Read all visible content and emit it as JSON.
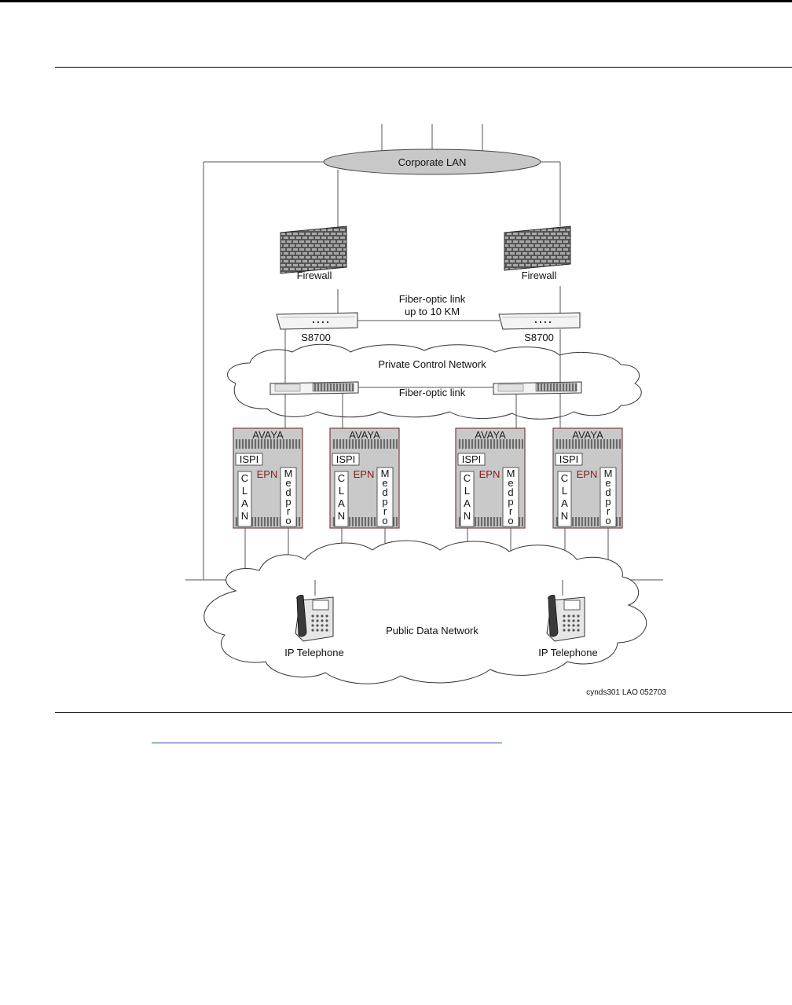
{
  "diagram": {
    "corporate_lan": "Corporate LAN",
    "firewall_left": "Firewall",
    "firewall_right": "Firewall",
    "fiber_link_top_line1": "Fiber-optic link",
    "fiber_link_top_line2": "up to 10 KM",
    "server_left": "S8700",
    "server_right": "S8700",
    "private_network": "Private Control Network",
    "fiber_link_bottom": "Fiber-optic link",
    "cabinets": [
      {
        "brand": "AVAYA",
        "ispi": "ISPI",
        "epn": "EPN",
        "clan": [
          "C",
          "L",
          "A",
          "N"
        ],
        "medpro": [
          "M",
          "e",
          "d",
          "p",
          "r",
          "o"
        ]
      },
      {
        "brand": "AVAYA",
        "ispi": "ISPI",
        "epn": "EPN",
        "clan": [
          "C",
          "L",
          "A",
          "N"
        ],
        "medpro": [
          "M",
          "e",
          "d",
          "p",
          "r",
          "o"
        ]
      },
      {
        "brand": "AVAYA",
        "ispi": "ISPI",
        "epn": "EPN",
        "clan": [
          "C",
          "L",
          "A",
          "N"
        ],
        "medpro": [
          "M",
          "e",
          "d",
          "p",
          "r",
          "o"
        ]
      },
      {
        "brand": "AVAYA",
        "ispi": "ISPI",
        "epn": "EPN",
        "clan": [
          "C",
          "L",
          "A",
          "N"
        ],
        "medpro": [
          "M",
          "e",
          "d",
          "p",
          "r",
          "o"
        ]
      }
    ],
    "public_network": "Public Data Network",
    "phone_left": "IP Telephone",
    "phone_right": "IP Telephone",
    "figure_id": "cynds301 LAO 052703"
  }
}
